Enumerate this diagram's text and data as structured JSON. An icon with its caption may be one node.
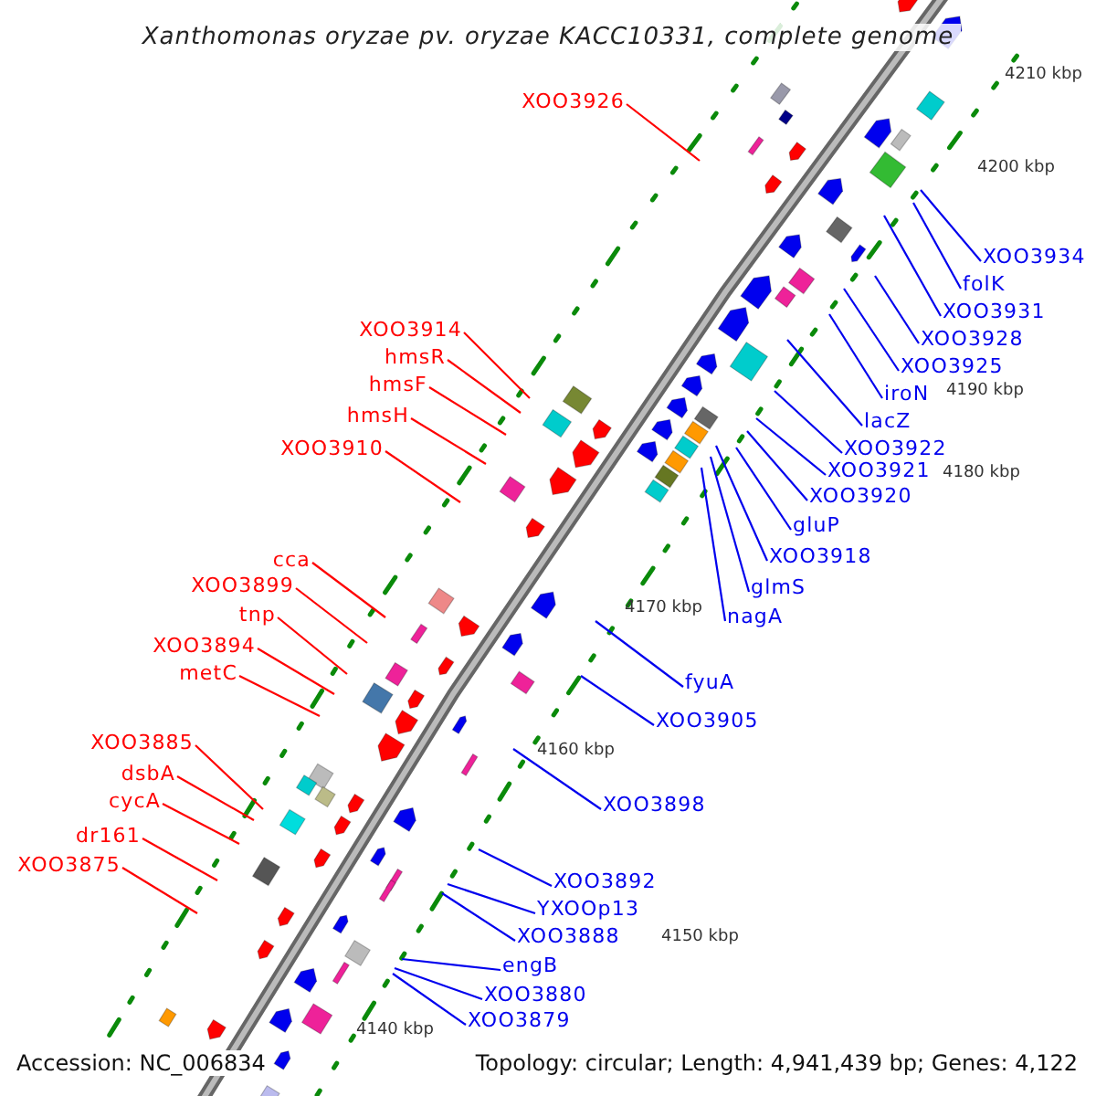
{
  "diagram": {
    "title": "Xanthomonas oryzae pv. oryzae KACC10331, complete genome",
    "nodes": [
      {
        "text": [
          "XOO3926"
        ]
      },
      {
        "text": [
          "XOO3914"
        ]
      },
      {
        "text": [
          "hmsR"
        ]
      },
      {
        "text": [
          "hmsF"
        ]
      },
      {
        "text": [
          "hmsH"
        ]
      },
      {
        "text": [
          "XOO3910"
        ]
      },
      {
        "text": [
          "cca"
        ]
      },
      {
        "text": [
          "XOO3899"
        ]
      },
      {
        "text": [
          "tnp"
        ]
      },
      {
        "text": [
          "XOO3894"
        ]
      },
      {
        "text": [
          "metC"
        ]
      },
      {
        "text": [
          "XOO3885"
        ]
      },
      {
        "text": [
          "dsbA"
        ]
      },
      {
        "text": [
          "cycA"
        ]
      },
      {
        "text": [
          "dr161"
        ]
      },
      {
        "text": [
          "XOO3875"
        ]
      },
      {
        "text": [
          "XOO3934"
        ]
      },
      {
        "text": [
          "folK"
        ]
      },
      {
        "text": [
          "XOO3931"
        ]
      },
      {
        "text": [
          "XOO3928"
        ]
      },
      {
        "text": [
          "XOO3925"
        ]
      },
      {
        "text": [
          "iroN"
        ]
      },
      {
        "text": [
          "lacZ"
        ]
      },
      {
        "text": [
          "XOO3922"
        ]
      },
      {
        "text": [
          "XOO3921"
        ]
      },
      {
        "text": [
          "XOO3920"
        ]
      },
      {
        "text": [
          "gluP"
        ]
      },
      {
        "text": [
          "XOO3918"
        ]
      },
      {
        "text": [
          "glmS"
        ]
      },
      {
        "text": [
          "nagA"
        ]
      },
      {
        "text": [
          "fyuA"
        ]
      },
      {
        "text": [
          "XOO3905"
        ]
      },
      {
        "text": [
          "XOO3898"
        ]
      },
      {
        "text": [
          "XOO3892"
        ]
      },
      {
        "text": [
          "YXOOp13"
        ]
      },
      {
        "text": [
          "XOO3888"
        ]
      },
      {
        "text": [
          "engB"
        ]
      },
      {
        "text": [
          "XOO3880"
        ]
      },
      {
        "text": [
          "XOO3879"
        ]
      }
    ],
    "edges": [
      {
        "from": 0,
        "to": null,
        "arrow": "none",
        "color": "#ff0000"
      },
      {
        "from": 1,
        "to": null,
        "arrow": "none",
        "color": "#ff0000"
      },
      {
        "from": 2,
        "to": null,
        "arrow": "none",
        "color": "#ff0000"
      },
      {
        "from": 3,
        "to": null,
        "arrow": "none",
        "color": "#ff0000"
      },
      {
        "from": 4,
        "to": null,
        "arrow": "none",
        "color": "#ff0000"
      },
      {
        "from": 5,
        "to": null,
        "arrow": "none",
        "color": "#ff0000"
      },
      {
        "from": 6,
        "to": null,
        "arrow": "none",
        "color": "#ff0000"
      },
      {
        "from": 7,
        "to": null,
        "arrow": "none",
        "color": "#ff0000"
      },
      {
        "from": 8,
        "to": null,
        "arrow": "none",
        "color": "#ff0000"
      },
      {
        "from": 9,
        "to": null,
        "arrow": "none",
        "color": "#ff0000"
      },
      {
        "from": 10,
        "to": null,
        "arrow": "none",
        "color": "#ff0000"
      },
      {
        "from": 11,
        "to": null,
        "arrow": "none",
        "color": "#ff0000"
      },
      {
        "from": 12,
        "to": null,
        "arrow": "none",
        "color": "#ff0000"
      },
      {
        "from": 13,
        "to": null,
        "arrow": "none",
        "color": "#ff0000"
      },
      {
        "from": 14,
        "to": null,
        "arrow": "none",
        "color": "#ff0000"
      },
      {
        "from": 15,
        "to": null,
        "arrow": "none",
        "color": "#ff0000"
      },
      {
        "from": 16,
        "to": null,
        "arrow": "none"
      },
      {
        "from": 17,
        "to": null,
        "arrow": "none"
      },
      {
        "from": 18,
        "to": null,
        "arrow": "none"
      },
      {
        "from": 19,
        "to": null,
        "arrow": "none"
      },
      {
        "from": 20,
        "to": null,
        "arrow": "none"
      },
      {
        "from": 21,
        "to": null,
        "arrow": "none"
      },
      {
        "from": 22,
        "to": null,
        "arrow": "none"
      },
      {
        "from": 23,
        "to": null,
        "arrow": "none"
      },
      {
        "from": 24,
        "to": null,
        "arrow": "none"
      },
      {
        "from": 25,
        "to": null,
        "arrow": "none"
      },
      {
        "from": 26,
        "to": null,
        "arrow": "none"
      },
      {
        "from": 27,
        "to": null,
        "arrow": "none"
      },
      {
        "from": 28,
        "to": null,
        "arrow": "none"
      },
      {
        "from": 29,
        "to": null,
        "arrow": "none"
      },
      {
        "from": 30,
        "to": null,
        "arrow": "none"
      },
      {
        "from": 31,
        "to": null,
        "arrow": "none"
      },
      {
        "from": 32,
        "to": null,
        "arrow": "none"
      },
      {
        "from": 33,
        "to": null,
        "arrow": "none"
      },
      {
        "from": 34,
        "to": null,
        "arrow": "none"
      },
      {
        "from": 35,
        "to": null,
        "arrow": "none"
      },
      {
        "from": 36,
        "to": null,
        "arrow": "none"
      },
      {
        "from": 37,
        "to": null,
        "arrow": "none"
      },
      {
        "from": 38,
        "to": null,
        "arrow": "none"
      }
    ],
    "labels": [
      "4210 kbp",
      "4200 kbp",
      "4190 kbp",
      "4180 kbp",
      "4170 kbp",
      "4160 kbp",
      "4150 kbp",
      "4140 kbp",
      "Accession: NC_006834",
      "Topology: circular; Length: 4,941,439 bp; Genes: 4,122"
    ]
  }
}
